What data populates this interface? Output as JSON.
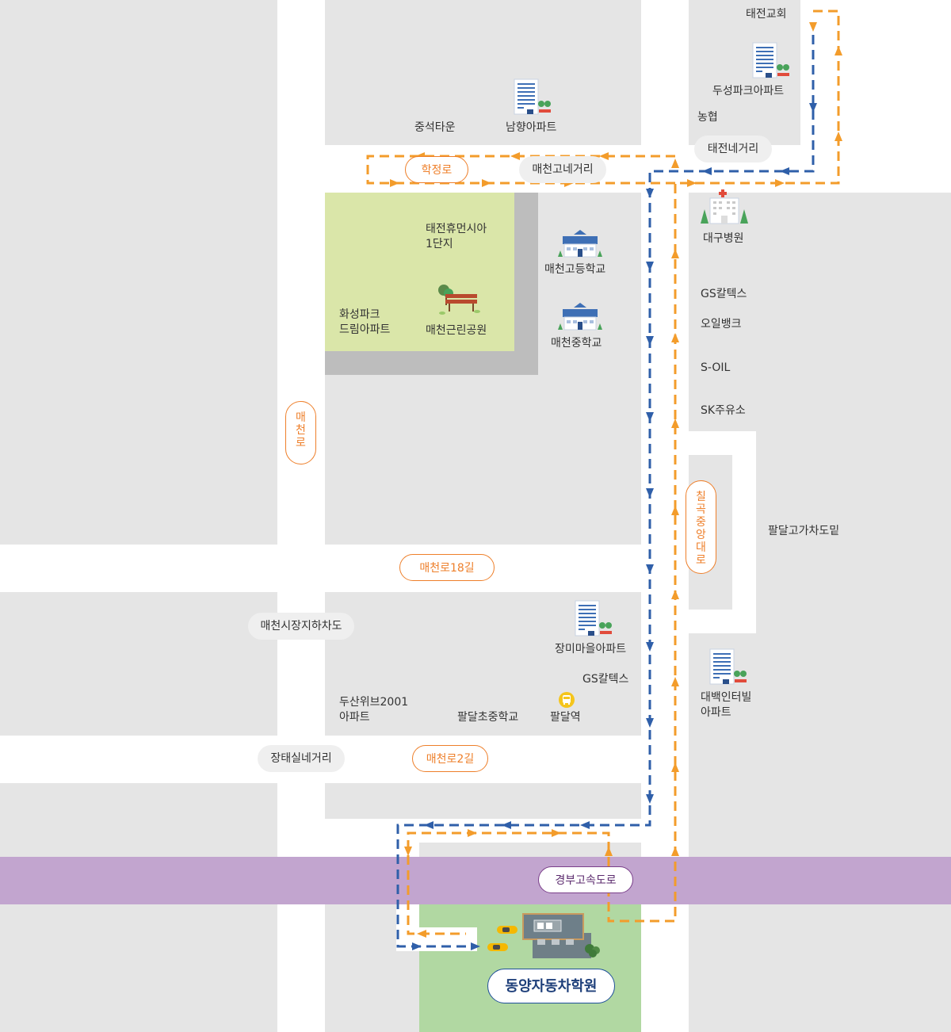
{
  "colors": {
    "block": "#e5e5e5",
    "park": "#dae6a9",
    "park_border": "#bdbdbd",
    "destination_area": "#b1d8a2",
    "highway": "#c2a5cf",
    "route_blue": "#2f5fa9",
    "route_orange": "#f39c2b",
    "road_label_orange": "#ee7f2a"
  },
  "places": {
    "taejeon_church": "태전교회",
    "doosung_park_apt": "두성파크아파트",
    "nonghyup": "농협",
    "jungseok_town": "중석타운",
    "namhyang_apt": "남향아파트",
    "taejeon_humansia": "태전휴먼시아\n1단지",
    "hwasung_park_dream": "화성파크\n드림아파트",
    "maecheon_park": "매천근린공원",
    "maecheon_high": "매천고등학교",
    "maecheon_middle": "매천중학교",
    "daegu_hospital": "대구병원",
    "gs_caltex_1": "GS칼텍스",
    "oil_bank": "오일뱅크",
    "s_oil": "S-OIL",
    "sk_station": "SK주유소",
    "paldal_overpass": "팔달고가차도밑",
    "jangmi_apt": "장미마을아파트",
    "gs_caltex_2": "GS칼텍스",
    "daebaek_apt": "대백인터빌\n아파트",
    "doosan_we": "두산위브2001\n아파트",
    "paldal_school": "팔달초중학교",
    "paldal_station": "팔달역"
  },
  "intersections": {
    "taejeon_4way": "태전네거리",
    "maecheon_go_4way": "매천고네거리",
    "maecheon_market_underpass": "매천시장지하차도",
    "jangtaesil_4way": "장태실네거리"
  },
  "roads": {
    "hakjeong_ro": "학정로",
    "maecheon_ro": "매\n천\n로",
    "maecheon_ro_18": "매천로18길",
    "chilgok_jungang": "칠\n곡\n중\n앙\n대\n로",
    "maecheon_ro_2": "매천로2길",
    "gyeongbu_expressway": "경부고속도로"
  },
  "destination": "동양자동차학원",
  "icons": {
    "apartment": "apartment-building-icon",
    "school": "school-building-icon",
    "hospital": "hospital-icon",
    "park": "park-bench-icon",
    "subway": "subway-station-icon",
    "car": "car-icon",
    "academy": "driving-school-building-icon"
  }
}
